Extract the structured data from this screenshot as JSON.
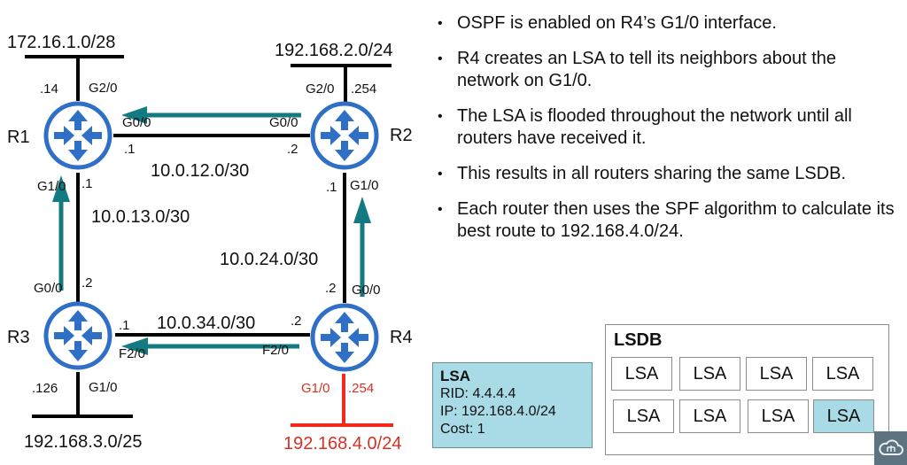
{
  "colors": {
    "router": "#2f6fc6",
    "flood_arrow": "#127a80",
    "link": "#000000",
    "highlight_network": "#d93025",
    "lsa_fill": "#a8dbe6"
  },
  "routers": [
    {
      "id": "R1",
      "label": "R1"
    },
    {
      "id": "R2",
      "label": "R2"
    },
    {
      "id": "R3",
      "label": "R3"
    },
    {
      "id": "R4",
      "label": "R4"
    }
  ],
  "networks": {
    "r1_lan": "172.16.1.0/28",
    "r2_lan": "192.168.2.0/24",
    "r3_lan": "192.168.3.0/25",
    "r4_lan": "192.168.4.0/24",
    "r1_r2": "10.0.12.0/30",
    "r1_r3": "10.0.13.0/30",
    "r2_r4": "10.0.24.0/30",
    "r3_r4": "10.0.34.0/30"
  },
  "interfaces": {
    "r1_lan_ifc": "G2/0",
    "r1_lan_ip": ".14",
    "r1_r2_ifc": "G0/0",
    "r1_r2_ip": ".1",
    "r1_r3_ifc": "G1/0",
    "r1_r3_ip": ".1",
    "r2_lan_ifc": "G2/0",
    "r2_lan_ip": ".254",
    "r2_r1_ifc": "G0/0",
    "r2_r1_ip": ".2",
    "r2_r4_ifc": "G1/0",
    "r2_r4_ip": ".1",
    "r3_r1_ifc": "G0/0",
    "r3_r1_ip": ".2",
    "r3_r4_ifc": "F2/0",
    "r3_r4_ip": ".1",
    "r3_lan_ifc": "G1/0",
    "r3_lan_ip": ".126",
    "r4_r2_ifc": "G0/0",
    "r4_r2_ip": ".2",
    "r4_r3_ifc": "F2/0",
    "r4_r3_ip": ".2",
    "r4_lan_ifc": "G1/0",
    "r4_lan_ip": ".254"
  },
  "bullets": [
    "OSPF is enabled on R4’s G1/0 interface.",
    "R4 creates an LSA to tell its neighbors about the network on G1/0.",
    "The LSA is flooded throughout the network until all routers have received it.",
    "This results in all routers sharing the same LSDB.",
    "Each router then uses the SPF algorithm to calculate its best route to 192.168.4.0/24."
  ],
  "bullet_glyph": "•",
  "lsa_card": {
    "title": "LSA",
    "rid": "RID: 4.4.4.4",
    "ip": "IP: 192.168.4.0/24",
    "cost": "Cost: 1"
  },
  "lsdb": {
    "title": "LSDB",
    "entries": [
      {
        "label": "LSA",
        "highlighted": false
      },
      {
        "label": "LSA",
        "highlighted": false
      },
      {
        "label": "LSA",
        "highlighted": false
      },
      {
        "label": "LSA",
        "highlighted": false
      },
      {
        "label": "LSA",
        "highlighted": false
      },
      {
        "label": "LSA",
        "highlighted": false
      },
      {
        "label": "LSA",
        "highlighted": false
      },
      {
        "label": "LSA",
        "highlighted": true
      }
    ]
  },
  "logo_icon": "cloud-network-logo"
}
